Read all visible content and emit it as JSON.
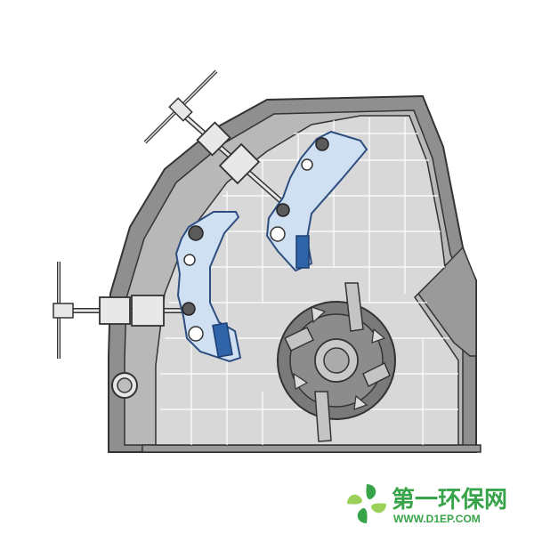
{
  "watermark": {
    "brand_cn": "第一环保网",
    "brand_url": "WWW.D1EP.COM"
  },
  "colors": {
    "outline": "#333333",
    "housing_dark": "#8a8a8a",
    "housing_mid": "#b3b3b3",
    "liner": "#d6d6d6",
    "grid_line": "#ffffff",
    "apron_fill": "#cfe0f2",
    "apron_outline": "#2e4e80",
    "wear_bar": "#2f64a8",
    "adjuster": "#e8e8e8",
    "rotor": "#7a7a7a",
    "rotor_light": "#c4c4c4",
    "brand_green": "#37a44a",
    "brand_light_green": "#9bd05a"
  },
  "parts": {
    "housing": "crusher-housing",
    "liner_grid": "liner-grid",
    "upper_apron": "upper-impact-apron",
    "lower_apron": "lower-impact-apron",
    "upper_adjuster": "upper-adjusting-rod",
    "lower_adjuster": "lower-adjusting-rod",
    "rotor": "rotor-with-blow-bars",
    "bearing": "housing-hinge"
  }
}
